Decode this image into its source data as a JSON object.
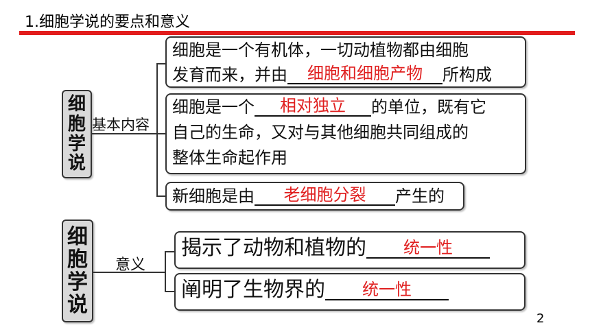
{
  "header": {
    "title": "1.细胞学说的要点和意义"
  },
  "colors": {
    "rule": "#e21d1d",
    "answer": "#e02020"
  },
  "section1": {
    "label_chars": [
      "细",
      "胞",
      "学",
      "说"
    ],
    "connector": "基本内容",
    "box1": {
      "line1": "细胞是一个有机体，一切动植物都由细胞",
      "line2_pre": "发育而来，并由",
      "blank": "细胞和细胞产物",
      "line2_post": "所构成"
    },
    "box2": {
      "line1_pre": "细胞是一个",
      "blank": "相对独立",
      "line1_post": "的单位，既有它",
      "line2": "自己的生命，又对与其他细胞共同组成的",
      "line3": "整体生命起作用"
    },
    "box3": {
      "pre": "新细胞是由",
      "blank": "老细胞分裂",
      "post": "产生的"
    }
  },
  "section2": {
    "label_chars": [
      "细",
      "胞",
      "学",
      "说"
    ],
    "connector": "意义",
    "box1": {
      "pre": "揭示了动物和植物的",
      "blank": "统一性"
    },
    "box2": {
      "pre": "阐明了生物界的",
      "blank": "统一性"
    }
  },
  "page_number": "2"
}
